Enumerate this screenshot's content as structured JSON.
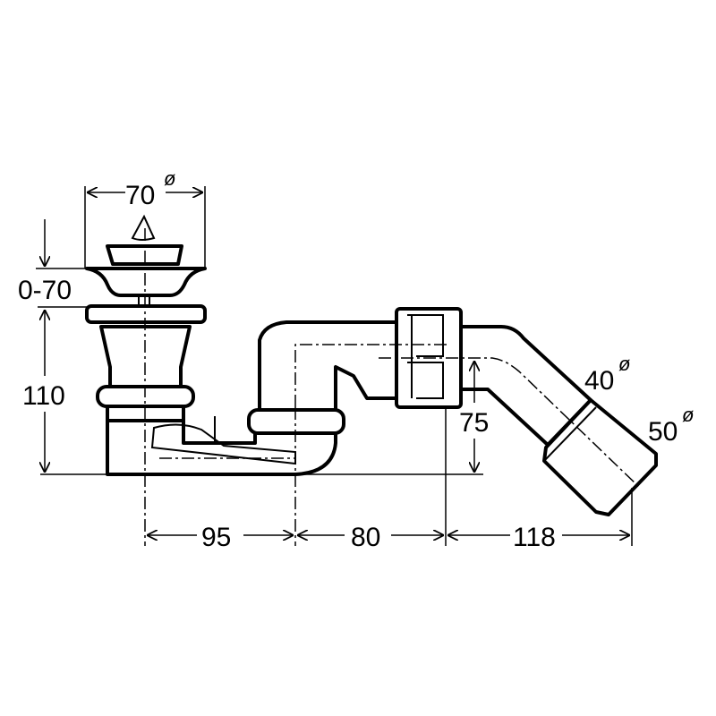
{
  "title": "Bath trap with pop-up waste dimension drawing",
  "dimensions": {
    "strainer_diameter": {
      "value": "70",
      "symbol": "ø"
    },
    "adjust_range": "0-70",
    "height": "110",
    "spacing_1": "95",
    "spacing_2": "80",
    "spacing_3": "118",
    "outlet_height": "75",
    "outlet_inner": {
      "value": "40",
      "symbol": "ø"
    },
    "outlet_outer": {
      "value": "50",
      "symbol": "ø"
    }
  }
}
